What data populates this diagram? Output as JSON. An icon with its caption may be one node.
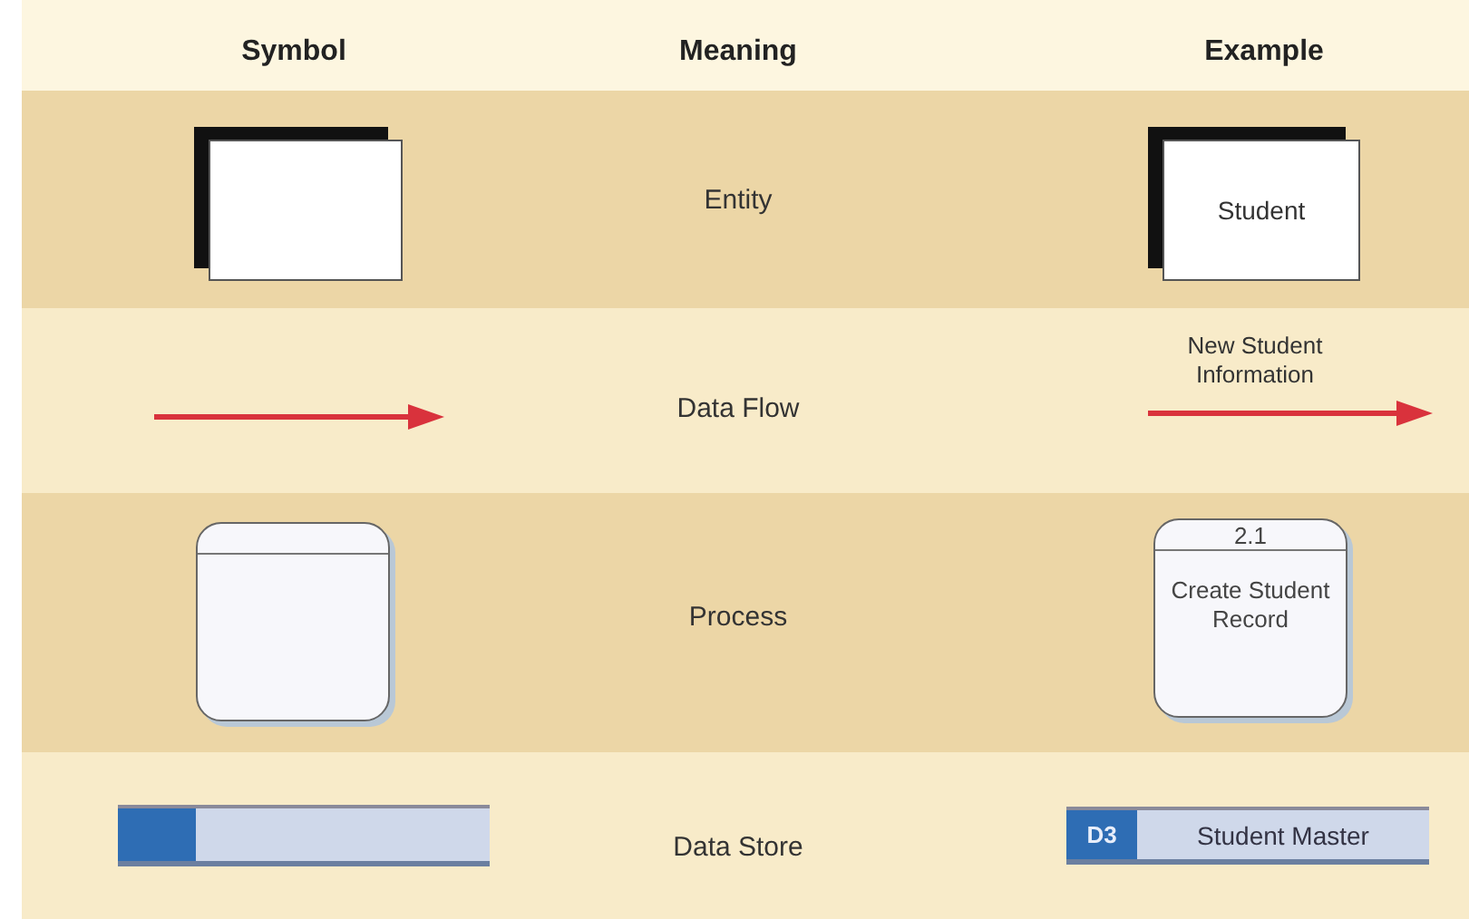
{
  "diagram": {
    "nodes": [
      {
        "text": [],
        "shape": "box"
      },
      {
        "text": [
          "Student"
        ]
      },
      {
        "text": [],
        "shape": "box"
      },
      {
        "text": [
          "2.1",
          "Create Student Record"
        ]
      },
      {
        "text": [],
        "shape": "bar"
      },
      {
        "text": [
          "D3",
          "Student Master"
        ]
      }
    ],
    "labels": [
      "Symbol",
      "Meaning",
      "Example",
      "Entity",
      "Data Flow",
      "New Student Information",
      "Process",
      "Data Store"
    ]
  }
}
